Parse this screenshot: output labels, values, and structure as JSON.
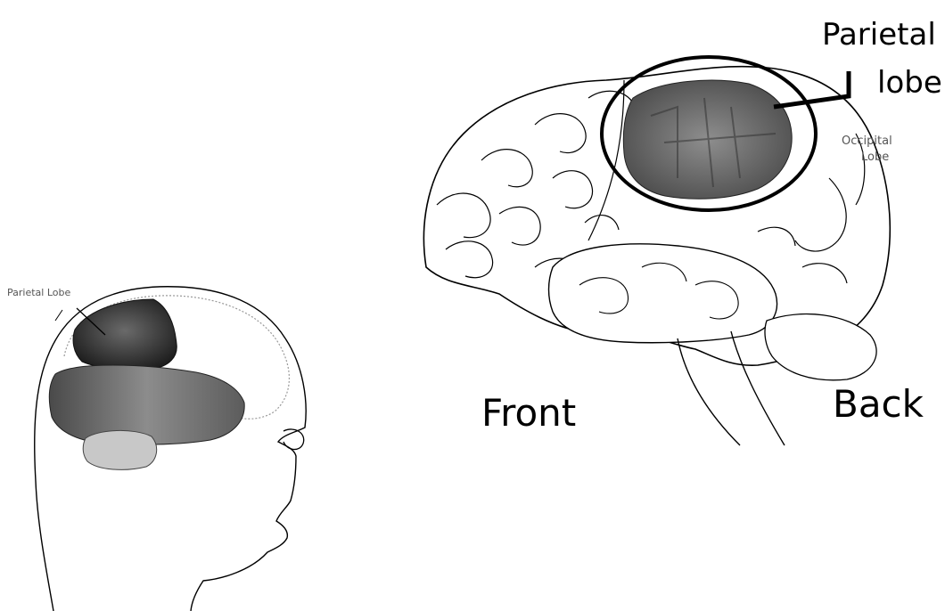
{
  "diagram": {
    "small_head": {
      "label": "Parietal Lobe"
    },
    "large_brain": {
      "label_line1": "Parietal",
      "label_line2": "lobe",
      "occipital_line1": "Occipital",
      "occipital_line2": "Lobe",
      "front_label": "Front",
      "back_label": "Back"
    }
  }
}
